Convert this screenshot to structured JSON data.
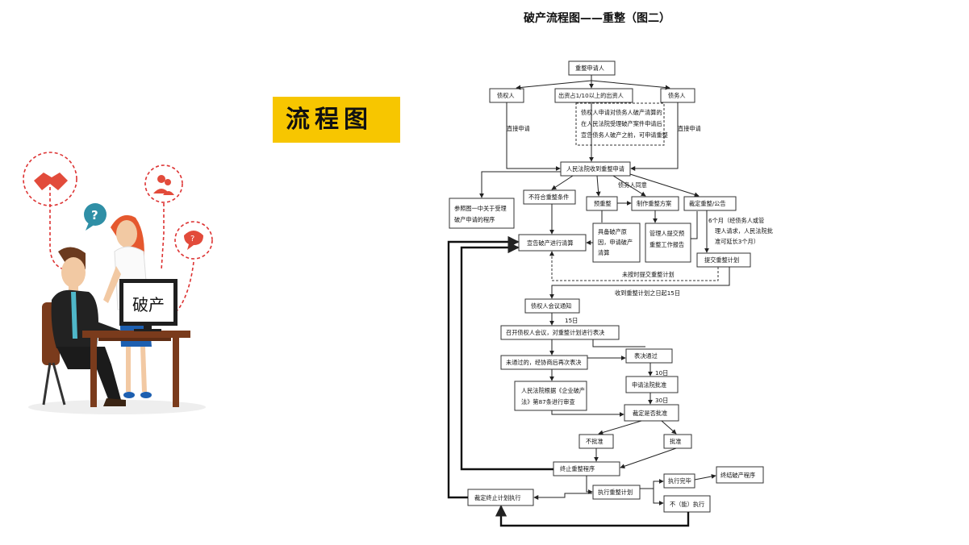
{
  "title": "破产流程图——重整（图二）",
  "banner": "流程图",
  "monitor_text": "破产",
  "nodes": {
    "apply": "重整申请人",
    "creditor": "债权人",
    "investor": "出资占1/10以上的出资人",
    "debtor": "债务人",
    "note_l1": "债权人申请对债务人破产清算的",
    "note_l2": "在人民法院受理破产案件申请后",
    "note_l3": "宣告债务人破产之前，可申请重整",
    "court": "人民法院收到重整申请",
    "ref_l1": "参照图一中关于受理",
    "ref_l2": "破产申请的程序",
    "notfit": "不符合重整条件",
    "pre": "预重整",
    "plan": "制作重整方案",
    "announce": "裁定重整/公告",
    "declare": "宣告破产进行清算",
    "reason_l1": "具备破产原",
    "reason_l2": "因，申请破产",
    "reason_l3": "清算",
    "admin_l1": "管理人提交预",
    "admin_l2": "重整工作报告",
    "months_l1": "6个月（经债务人或管",
    "months_l2": "理人请求，人民法院批",
    "months_l3": "准可延长3个月）",
    "submit": "提交重整计划",
    "nosubmit": "未按时提交重整计划",
    "within15": "收到重整计划之日起15日",
    "notice": "债权人会议通知",
    "d15": "15日",
    "meeting": "召开债权人会议，对重整计划进行表决",
    "fail": "未通过的，经协商后再次表决",
    "pass": "表决通过",
    "d10": "10日",
    "review_l1": "人民法院根据《企业破产",
    "review_l2": "法》第87条进行审查",
    "apply_approve": "申请法院批准",
    "d30": "30日",
    "decide": "裁定是否批准",
    "reject": "不批准",
    "approve": "批准",
    "terminate": "终止重整程序",
    "execute": "执行重整计划",
    "done": "执行完毕",
    "end_proc": "终结破产程序",
    "notexec": "不（能）执行",
    "term_exec": "裁定终止计划执行",
    "agree": "债务人同意",
    "direct_l": "直接申请",
    "direct_r": "直接申请"
  },
  "colors": {
    "banner": "#f7c600",
    "accent": "#d33333"
  }
}
